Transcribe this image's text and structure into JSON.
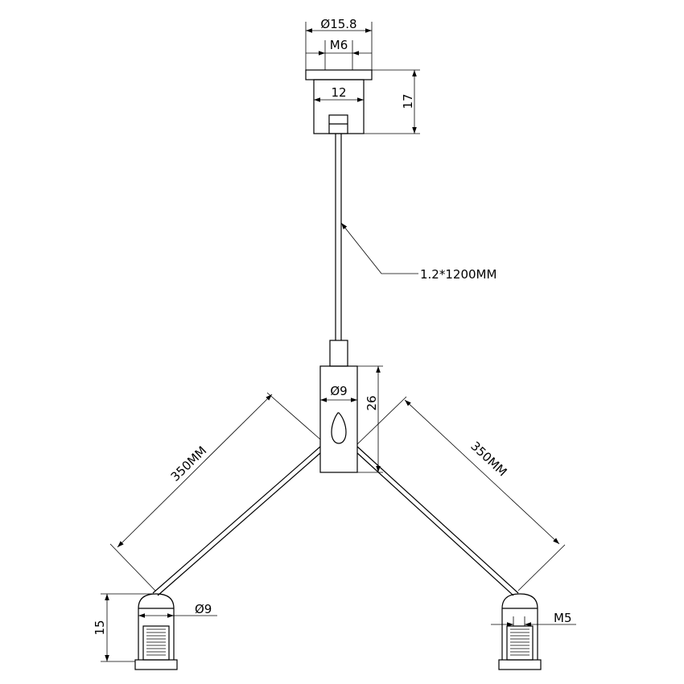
{
  "diagram": {
    "top_fitting": {
      "outer_diameter": "Ø15.8",
      "thread": "M6",
      "inner_width": "12",
      "height": "17"
    },
    "cable": {
      "spec": "1.2*1200MM"
    },
    "splitter": {
      "bore": "Ø9",
      "height": "26"
    },
    "left_branch": {
      "length": "350MM"
    },
    "right_branch": {
      "length": "350MM"
    },
    "left_end": {
      "diameter": "Ø9",
      "height": "15"
    },
    "right_end": {
      "thread": "M5"
    }
  }
}
